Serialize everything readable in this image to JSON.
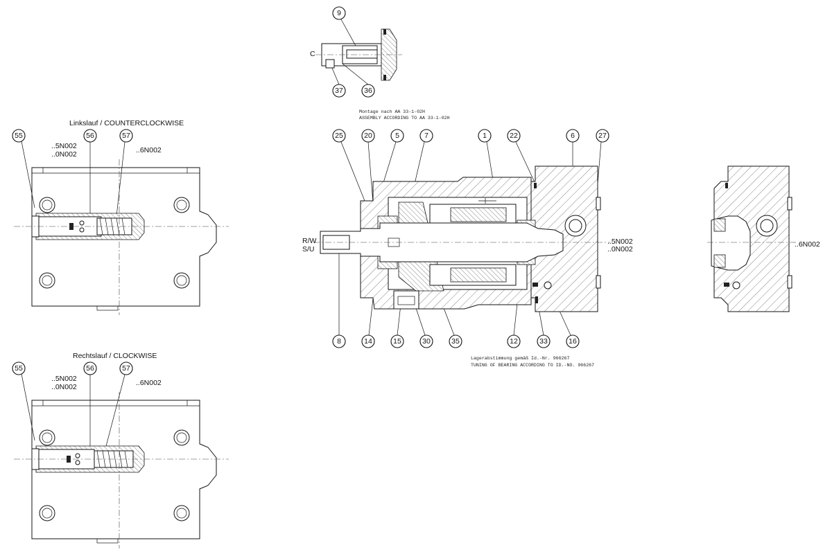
{
  "views": {
    "counterclockwise": {
      "title": "Linkslauf / COUNTERCLOCKWISE",
      "codes_a": "..5N002",
      "codes_b": "..0N002",
      "code_c": "..6N002",
      "callouts": [
        "55",
        "56",
        "57"
      ]
    },
    "clockwise": {
      "title": "Rechtslauf / CLOCKWISE",
      "codes_a": "..5N002",
      "codes_b": "..0N002",
      "code_c": "..6N002",
      "callouts": [
        "55",
        "56",
        "57"
      ]
    },
    "detail_c": {
      "letter": "C",
      "callouts": [
        "9",
        "37",
        "36"
      ]
    },
    "main_section": {
      "note_de": "Montage nach AA 33-1-02H",
      "note_en": "ASSEMBLY ACCORDING TO AA 33-1-02H",
      "top_callouts": [
        "25",
        "20",
        "5",
        "7",
        "1",
        "22",
        "6",
        "27"
      ],
      "bottom_callouts": [
        "8",
        "14",
        "15",
        "30",
        "35",
        "12",
        "33",
        "16"
      ],
      "rotation_a": "R/W",
      "rotation_b": "S/U",
      "codes_a": "..5N002",
      "codes_b": "..0N002",
      "bearing_note_de": "Lagerabstimmung gemäß Id.-Nr. 966267",
      "bearing_note_en": "TUNING OF BEARING ACCORDING TO ID.-NO. 966267"
    },
    "side_view": {
      "code": "..6N002"
    }
  }
}
